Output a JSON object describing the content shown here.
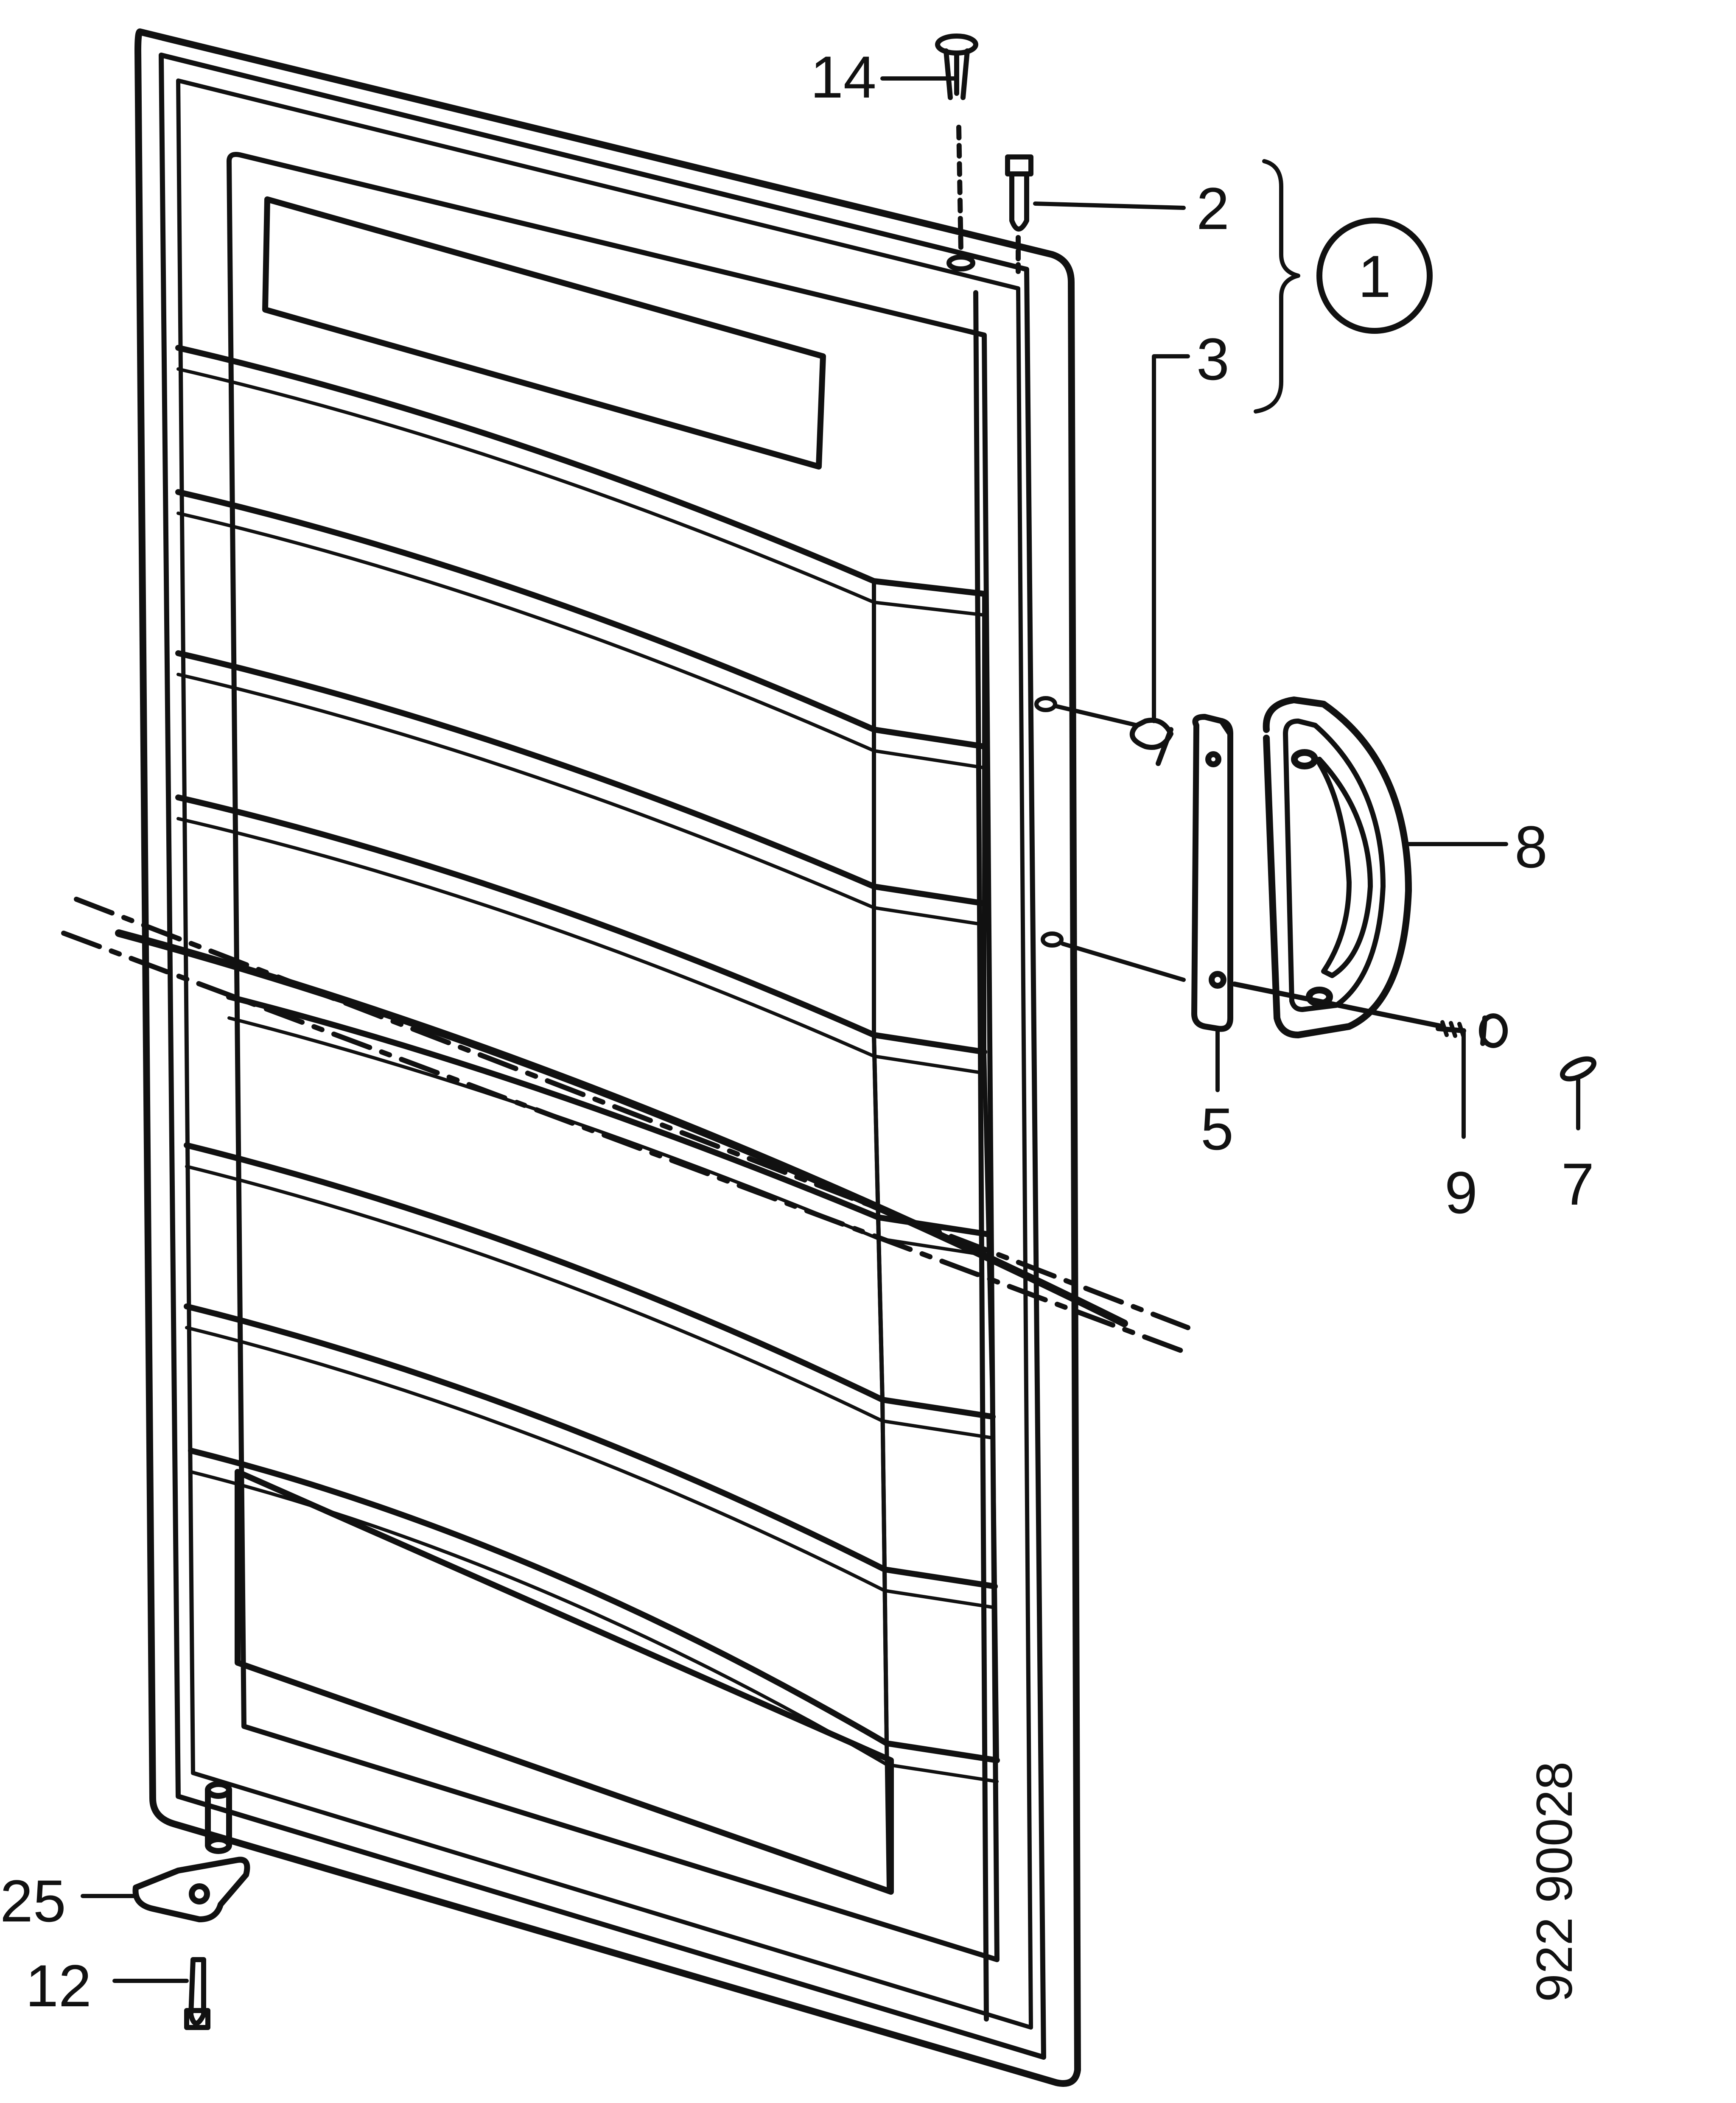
{
  "callouts": {
    "c14": "14",
    "c2": "2",
    "c1": "1",
    "c3": "3",
    "c8": "8",
    "c5": "5",
    "c9": "9",
    "c7": "7",
    "c25": "25",
    "c12": "12"
  },
  "drawing_code": "922 90028",
  "colors": {
    "ink": "#111111",
    "paper": "#ffffff"
  }
}
